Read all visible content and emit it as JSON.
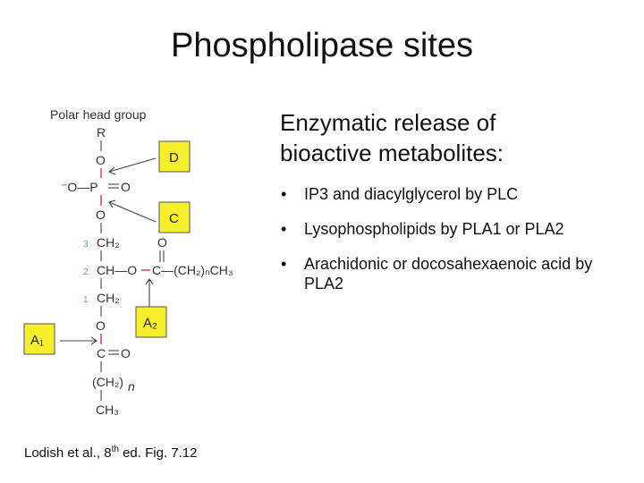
{
  "slide": {
    "title": "Phospholipase sites"
  },
  "diagram": {
    "head_group_label": "Polar head group",
    "structure": {
      "R": "R",
      "O_top": "O",
      "phosphate_left": "⁻O—P",
      "phosphate_right": "O",
      "O_mid": "O",
      "c3": "CH₂",
      "c2": "CH—O",
      "c1": "CH₂",
      "ester_O_top": "O",
      "ester_C": "C—(CH₂)ₙCH₃",
      "O_low": "O",
      "C_low": "C",
      "O_low_right": "O",
      "chain": "(CH₂)",
      "chain_sub": "n",
      "CH3": "CH₃"
    },
    "carbon_numbers": [
      "3",
      "2",
      "1"
    ],
    "sites": [
      {
        "label": "D",
        "color": "#f7ef2c"
      },
      {
        "label": "C",
        "color": "#f7ef2c"
      },
      {
        "label": "A₂",
        "color": "#f7ef2c"
      },
      {
        "label": "A₁",
        "color": "#f7ef2c"
      }
    ],
    "bond_color": "#d23a8a",
    "number_color": "#4aa8c8"
  },
  "content": {
    "heading_line1": "Enzymatic release of",
    "heading_line2": "bioactive metabolites:",
    "bullet_symbol": "•",
    "bullets": [
      "IP3 and diacylglycerol by PLC",
      "Lysophospholipids by PLA1 or PLA2",
      "Arachidonic or docosahexaenoic acid by PLA2"
    ]
  },
  "citation": {
    "before": "Lodish et al., 8",
    "sup": "th",
    "after": " ed. Fig. 7.12"
  }
}
